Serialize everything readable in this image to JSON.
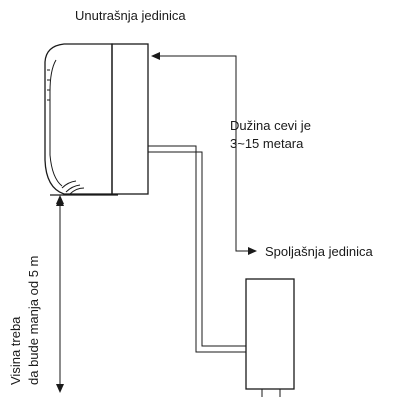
{
  "labels": {
    "indoor_unit": "Unutrašnja jedinica",
    "pipe_length_line1": "Dužina cevi je",
    "pipe_length_line2": "3~15 metara",
    "outdoor_unit": "Spoljašnja jedinica",
    "height_line1": "Visina treba",
    "height_line2": "da bude manja od 5 m"
  }
}
